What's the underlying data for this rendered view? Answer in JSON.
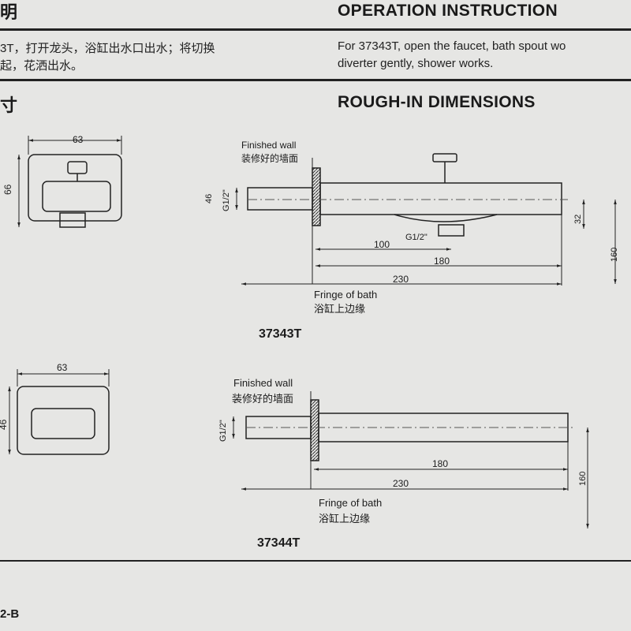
{
  "header": {
    "zh_title_fragment": "明",
    "en_title": "OPERATION INSTRUCTION"
  },
  "instruction": {
    "zh_line1": "3T，打开龙头，浴缸出水口出水；将切换",
    "zh_line2": "起，花洒出水。",
    "en_line1": "For 37343T, open the faucet, bath spout wo",
    "en_line2": "diverter gently, shower works."
  },
  "section": {
    "zh_title_fragment": "寸",
    "en_title": "ROUGH-IN DIMENSIONS"
  },
  "drawing1": {
    "model": "37343T",
    "plate_width": "63",
    "plate_height": "66",
    "finished_wall_en": "Finished wall",
    "finished_wall_zh": "装修好的墙面",
    "pipe_dia": "46",
    "thread": "G1/2\"",
    "outlet_thread": "G1/2\"",
    "dim_100": "100",
    "dim_180": "180",
    "dim_230": "230",
    "dim_32": "32",
    "dim_160": "160",
    "fringe_en": "Fringe of bath",
    "fringe_zh": "浴缸上边缘"
  },
  "drawing2": {
    "model": "37344T",
    "plate_width": "63",
    "plate_height": "46",
    "finished_wall_en": "Finished wall",
    "finished_wall_zh": "装修好的墙面",
    "thread": "G1/2\"",
    "dim_180": "180",
    "dim_230": "230",
    "dim_160": "160",
    "fringe_en": "Fringe of bath",
    "fringe_zh": "浴缸上边缘"
  },
  "footer": {
    "page_ref": "2-B"
  }
}
